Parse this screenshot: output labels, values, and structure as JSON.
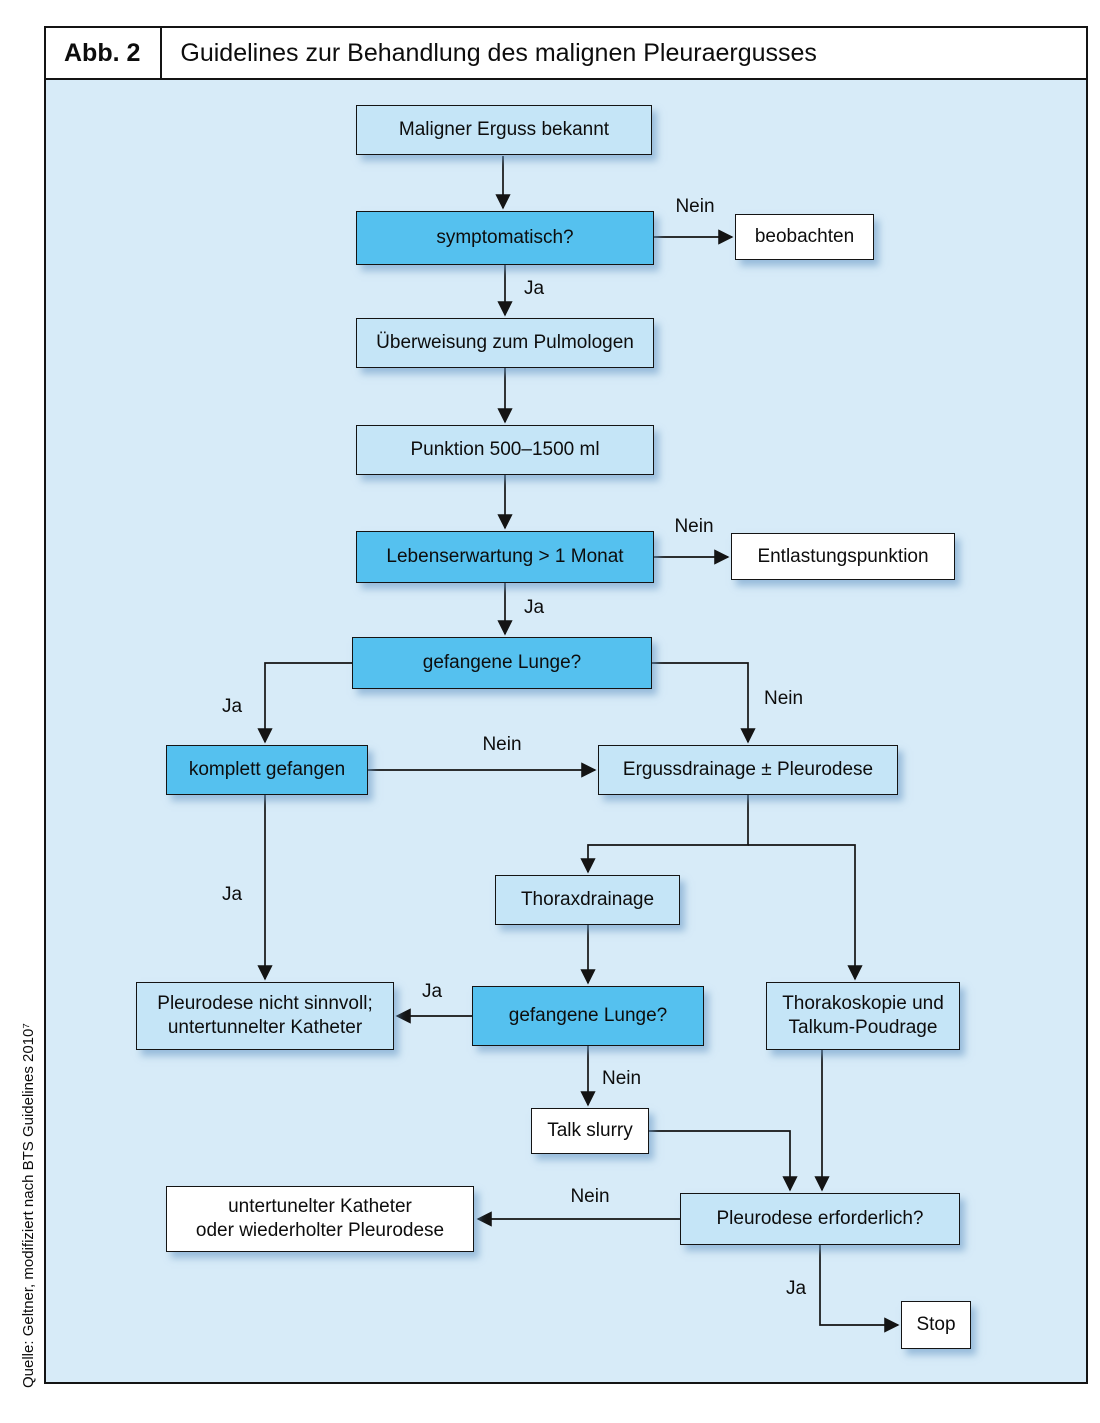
{
  "figure": {
    "label": "Abb. 2",
    "title": "Guidelines zur Behandlung des malignen Pleuraergusses",
    "source": "Quelle: Geltner, modifiziert nach BTS Guidelines 2010⁷"
  },
  "colors": {
    "flow_bg": "#d7ebf8",
    "box_light": "#c5e5f7",
    "box_dark": "#55c1ef",
    "box_white": "#ffffff",
    "line": "#141414"
  },
  "nodes": {
    "maligner_erguss": {
      "label": "Maligner Erguss bekannt"
    },
    "symptomatisch": {
      "label": "symptomatisch?"
    },
    "beobachten": {
      "label": "beobachten"
    },
    "ueberweisung": {
      "label": "Überweisung zum Pulmologen"
    },
    "punktion": {
      "label": "Punktion 500–1500 ml"
    },
    "lebenserwartung": {
      "label": "Lebenserwartung > 1 Monat"
    },
    "entlastungspunktion": {
      "label": "Entlastungspunktion"
    },
    "gefangene_lunge_1": {
      "label": "gefangene Lunge?"
    },
    "komplett_gefangen": {
      "label": "komplett gefangen"
    },
    "ergussdrainage": {
      "label": "Ergussdrainage ± Pleurodese"
    },
    "thoraxdrainage": {
      "label": "Thoraxdrainage"
    },
    "gefangene_lunge_2": {
      "label": "gefangene Lunge?"
    },
    "pleurodese_nicht": {
      "line1": "Pleurodese nicht sinnvoll;",
      "line2": "untertunnelter Katheter"
    },
    "thorakoskopie": {
      "line1": "Thorakoskopie und",
      "line2": "Talkum-Poudrage"
    },
    "talk_slurry": {
      "label": "Talk slurry"
    },
    "pleurodese_erforderlich": {
      "label": "Pleurodese erforderlich?"
    },
    "untertunelter_katheter": {
      "line1": "untertunelter Katheter",
      "line2": "oder wiederholter Pleurodese"
    },
    "stop": {
      "label": "Stop"
    }
  },
  "edge_labels": {
    "symptomatisch_nein": "Nein",
    "symptomatisch_ja": "Ja",
    "lebenserwartung_nein": "Nein",
    "lebenserwartung_ja": "Ja",
    "gefangene_lunge_ja": "Ja",
    "gefangene_lunge_nein": "Nein",
    "komplett_gefangen_nein": "Nein",
    "komplett_gefangen_ja": "Ja",
    "gefangene_lunge2_ja": "Ja",
    "gefangene_lunge2_nein": "Nein",
    "pleurodese_nein": "Nein",
    "pleurodese_ja": "Ja"
  }
}
